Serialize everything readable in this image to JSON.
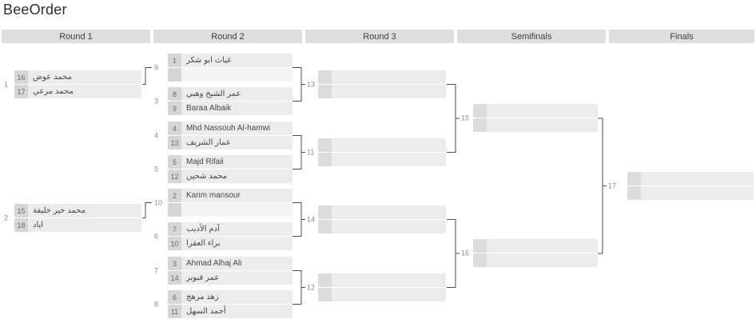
{
  "title": "BeeOrder",
  "headers": [
    "Round 1",
    "Round 2",
    "Round 3",
    "Semifinals",
    "Finals"
  ],
  "colors": {
    "header_bg": "#dedede",
    "row_bg": "#ececec",
    "seed_bg": "#d6d6d6",
    "connector": "#4c4c4c"
  },
  "round1": {
    "matches": [
      {
        "label": "1",
        "p1": {
          "seed": "16",
          "name": "محمد عوض"
        },
        "p2": {
          "seed": "17",
          "name": "محمد مرعي"
        }
      },
      {
        "label": "2",
        "p1": {
          "seed": "15",
          "name": "محمد خير خليفة"
        },
        "p2": {
          "seed": "18",
          "name": "اياد"
        }
      }
    ]
  },
  "round2": {
    "matches": [
      {
        "label": "9",
        "p1": {
          "seed": "1",
          "name": "غياث ابو شكر"
        },
        "p2": {
          "seed": "",
          "name": ""
        }
      },
      {
        "label": "3",
        "p1": {
          "seed": "8",
          "name": "عمر الشيخ وهبي"
        },
        "p2": {
          "seed": "9",
          "name": "Baraa Albaik"
        }
      },
      {
        "label": "4",
        "p1": {
          "seed": "4",
          "name": "Mhd Nassouh Al-hamwi"
        },
        "p2": {
          "seed": "13",
          "name": "عمار الشريف"
        }
      },
      {
        "label": "5",
        "p1": {
          "seed": "5",
          "name": "Majd Rifaii"
        },
        "p2": {
          "seed": "12",
          "name": "محمد شحين"
        }
      },
      {
        "label": "10",
        "p1": {
          "seed": "2",
          "name": "Karim mansour"
        },
        "p2": {
          "seed": "",
          "name": ""
        }
      },
      {
        "label": "6",
        "p1": {
          "seed": "7",
          "name": "آدم الأديب"
        },
        "p2": {
          "seed": "10",
          "name": "براء العقرا"
        }
      },
      {
        "label": "7",
        "p1": {
          "seed": "3",
          "name": "Ahmad Alhaj Ali"
        },
        "p2": {
          "seed": "14",
          "name": "عمر قبوبر"
        }
      },
      {
        "label": "8",
        "p1": {
          "seed": "6",
          "name": "زهد مرهج"
        },
        "p2": {
          "seed": "11",
          "name": "أحمد السهل"
        }
      }
    ]
  },
  "round3": {
    "matches": [
      {
        "label": "13"
      },
      {
        "label": "11"
      },
      {
        "label": "14"
      },
      {
        "label": "12"
      }
    ]
  },
  "semifinals": {
    "matches": [
      {
        "label": "15"
      },
      {
        "label": "16"
      }
    ]
  },
  "finals": {
    "matches": [
      {
        "label": "17"
      }
    ]
  }
}
